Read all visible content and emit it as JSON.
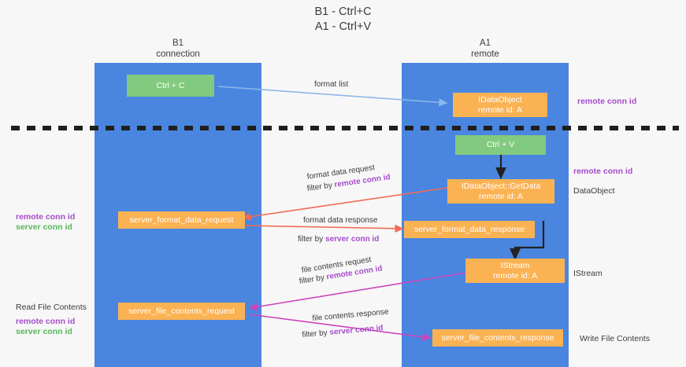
{
  "title": {
    "line1": "B1 - Ctrl+C",
    "line2": "A1 - Ctrl+V"
  },
  "lanes": [
    {
      "id": "b1",
      "name": "B1",
      "role": "connection",
      "color": "#4a86e0"
    },
    {
      "id": "a1",
      "name": "A1",
      "role": "remote",
      "color": "#4a86e0"
    }
  ],
  "nodes": {
    "ctrl_c": {
      "label": "Ctrl + C",
      "color": "#82ca7f"
    },
    "idataobject": {
      "label": "IDataObject",
      "sub": "remote id: A",
      "color": "#fbb253"
    },
    "ctrl_v": {
      "label": "Ctrl + V",
      "color": "#82ca7f"
    },
    "getdata": {
      "label": "IDataObject::GetData",
      "sub": "remote id: A",
      "color": "#fbb253"
    },
    "fmt_req": {
      "label": "server_format_data_request",
      "color": "#fbb253"
    },
    "fmt_resp": {
      "label": "server_format_data_response",
      "color": "#fbb253"
    },
    "istream": {
      "label": "IStream",
      "sub": "remote id: A",
      "color": "#fbb253"
    },
    "file_req": {
      "label": "server_file_contents_request",
      "color": "#fbb253"
    },
    "file_resp": {
      "label": "server_file_contents_response",
      "color": "#fbb253"
    }
  },
  "right_labels": {
    "remote_conn_id_top": "remote conn id",
    "remote_conn_id_mid": "remote conn id",
    "dataobject": "DataObject",
    "istream": "IStream",
    "write_file_contents": "Write File Contents"
  },
  "left_labels": {
    "remote_conn_id": "remote conn id",
    "server_conn_id": "server conn id",
    "read_file_contents": "Read File Contents",
    "remote_conn_id_2": "remote conn id",
    "server_conn_id_2": "server conn id"
  },
  "edges": {
    "format_list": "format list",
    "format_data_request": "format data request",
    "format_data_request_filter_pre": "filter by ",
    "format_data_request_filter_key": "remote conn id",
    "format_data_response": "format data response",
    "format_data_response_filter_pre": "filter by ",
    "format_data_response_filter_key": "server conn id",
    "file_contents_request": "file contents request",
    "file_contents_request_filter_pre": "filter by ",
    "file_contents_request_filter_key": "remote conn id",
    "file_contents_response": "file contents response",
    "file_contents_response_filter_pre": "filter by ",
    "file_contents_response_filter_key": "server conn id"
  },
  "colors": {
    "lane": "#4a86e0",
    "green_node": "#82ca7f",
    "orange_node": "#fbb253",
    "purple": "#a64bca",
    "green_text": "#57b65c",
    "arrow_blue": "#8cb8e8",
    "arrow_red": "#f06a56",
    "arrow_magenta": "#cc44bb",
    "arrow_black": "#222222",
    "divider": "#1f1f1f",
    "background": "#f7f7f7"
  }
}
